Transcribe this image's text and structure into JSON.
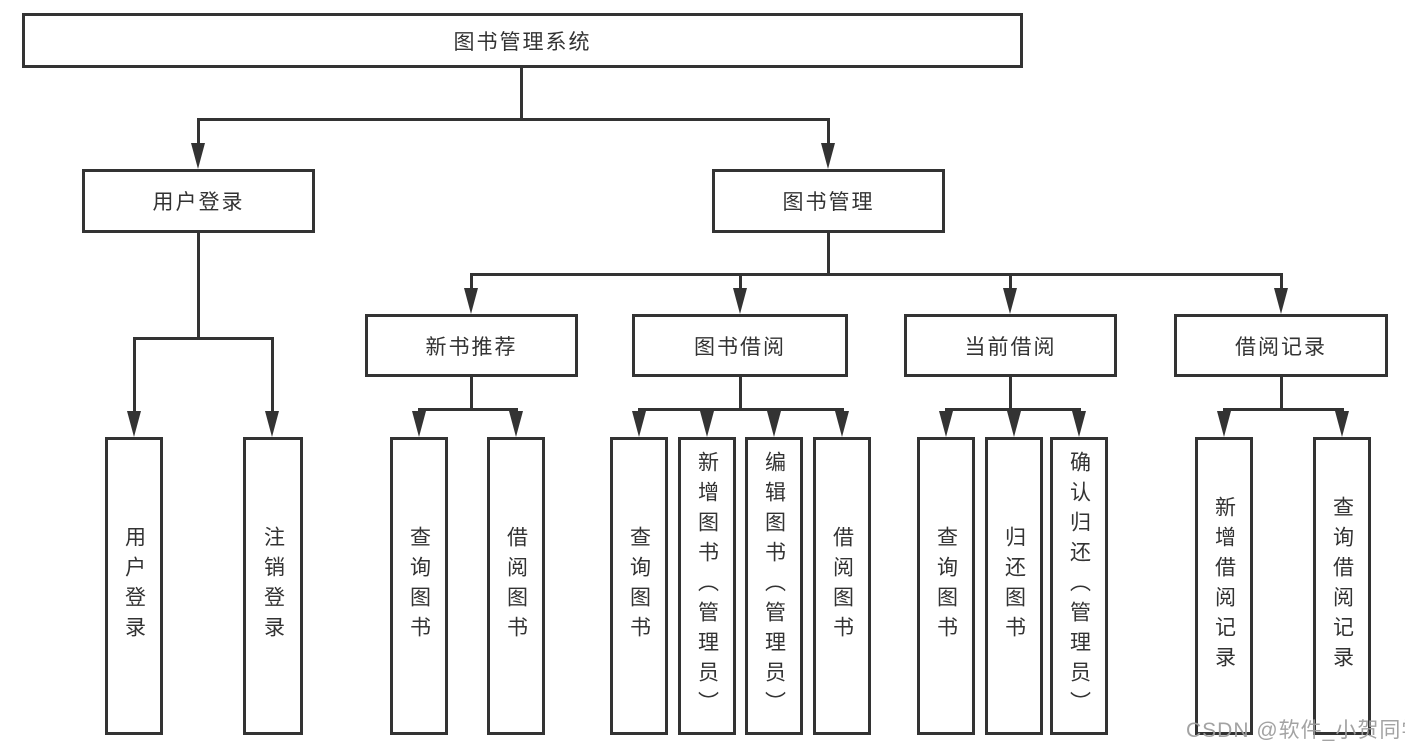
{
  "root": {
    "label": "图书管理系统"
  },
  "level1": [
    {
      "label": "用户登录"
    },
    {
      "label": "图书管理"
    }
  ],
  "level2": [
    {
      "label": "新书推荐"
    },
    {
      "label": "图书借阅"
    },
    {
      "label": "当前借阅"
    },
    {
      "label": "借阅记录"
    }
  ],
  "leaves": {
    "login": [
      {
        "label": "用户登录"
      },
      {
        "label": "注销登录"
      }
    ],
    "recommend": [
      {
        "label": "查询图书"
      },
      {
        "label": "借阅图书"
      }
    ],
    "borrow": [
      {
        "label": "查询图书"
      },
      {
        "label": "新增图书（管理员）"
      },
      {
        "label": "编辑图书（管理员）"
      },
      {
        "label": "借阅图书"
      }
    ],
    "current": [
      {
        "label": "查询图书"
      },
      {
        "label": "归还图书"
      },
      {
        "label": "确认归还（管理员）"
      }
    ],
    "records": [
      {
        "label": "新增借阅记录"
      },
      {
        "label": "查询借阅记录"
      }
    ]
  },
  "watermark": {
    "text": "CSDN @软件_小贺同学"
  },
  "colors": {
    "line": "#333333",
    "text": "#333333",
    "watermark": "#9e9e9e",
    "background": "#ffffff"
  }
}
